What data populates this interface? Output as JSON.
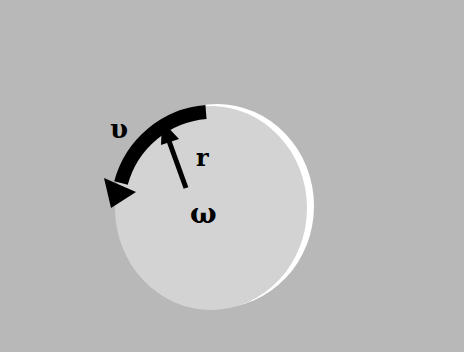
{
  "diagram": {
    "labels": [
      "υ",
      "r",
      "ω"
    ]
  }
}
